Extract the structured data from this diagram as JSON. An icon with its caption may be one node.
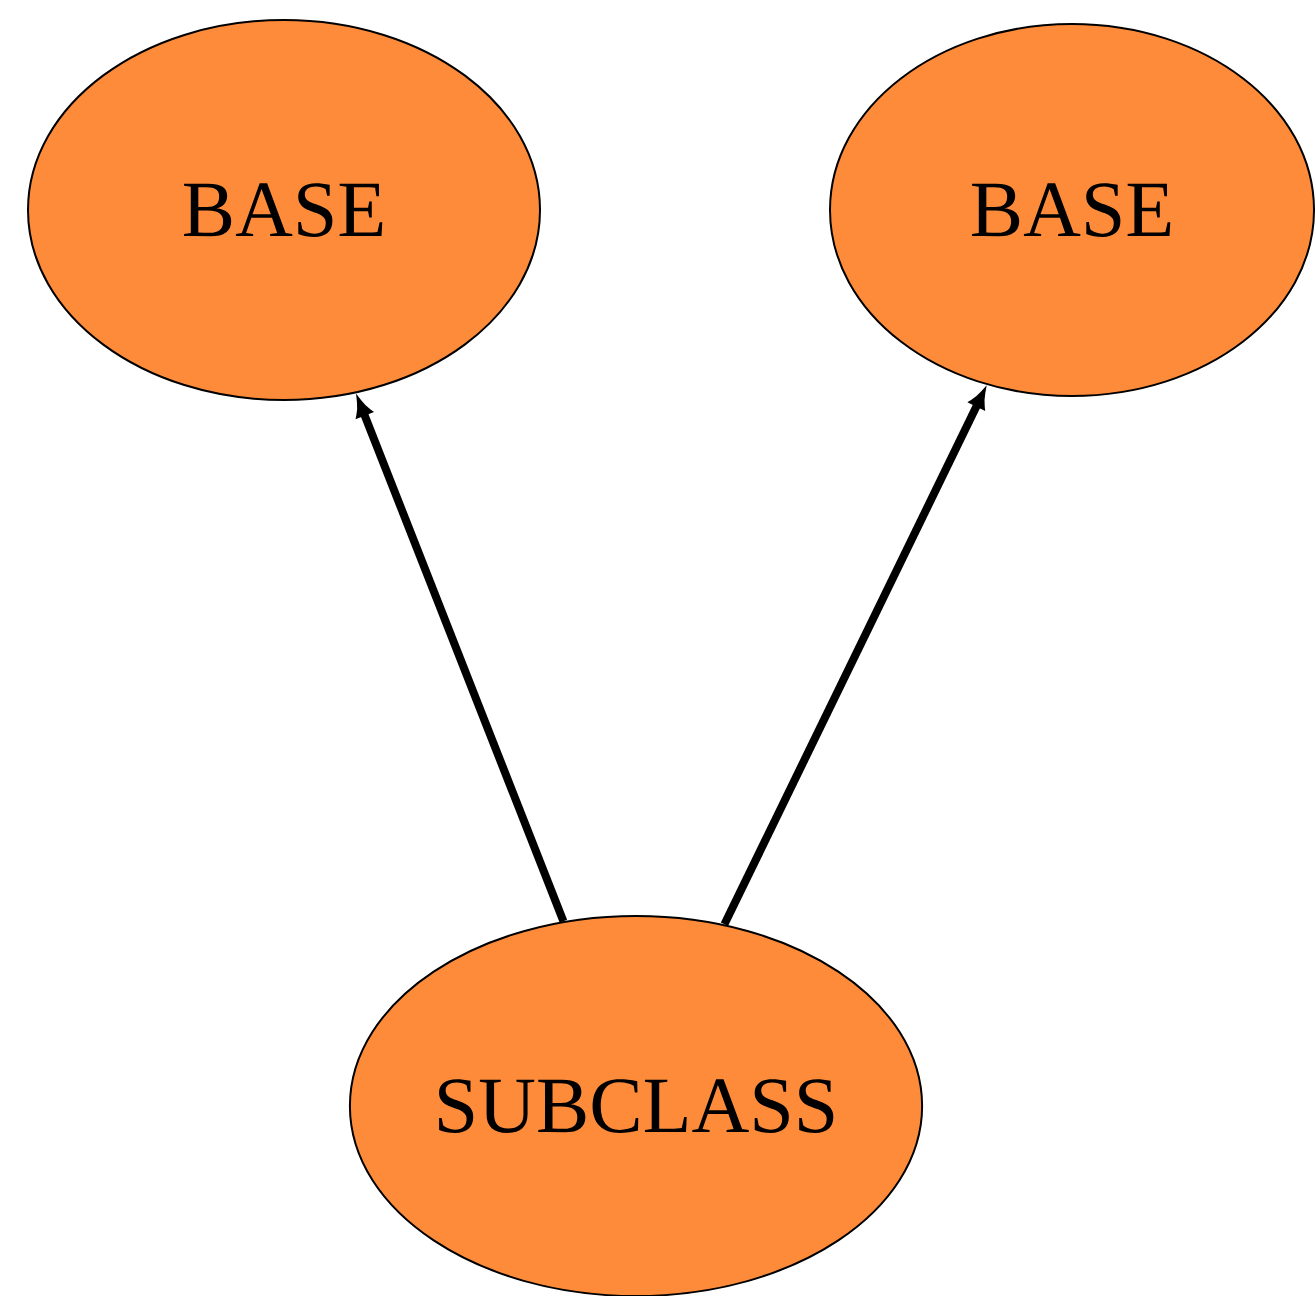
{
  "diagram": {
    "nodes": [
      {
        "text": [
          "BASE"
        ]
      },
      {
        "text": [
          "BASE"
        ]
      },
      {
        "text": [
          "SUBCLASS"
        ]
      }
    ],
    "edges": [
      {
        "from": 2,
        "to": 0,
        "arrow": "to"
      },
      {
        "from": 2,
        "to": 1,
        "arrow": "to"
      }
    ]
  }
}
